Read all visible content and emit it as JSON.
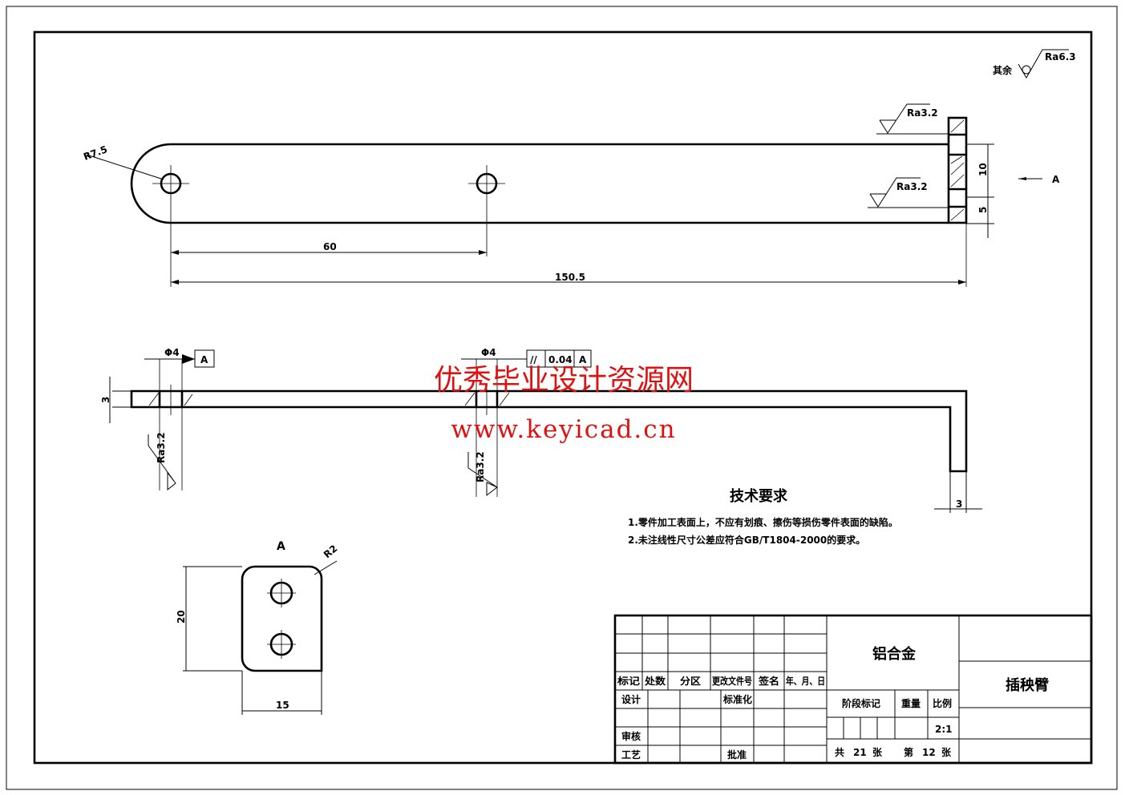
{
  "roughness": {
    "other_label": "其余",
    "other_value": "Ra6.3",
    "flange_top": "Ra3.2",
    "flange_bottom": "Ra3.2",
    "hole_left": "Ra3.2",
    "hole_mid": "Ra3.2"
  },
  "dimensions": {
    "radius_end": "R7.5",
    "hole_spacing": "60",
    "total_length": "150.5",
    "flange_upper": "10",
    "flange_lower": "5",
    "hole_dia_left": "Φ4",
    "hole_dia_mid": "Φ4",
    "thickness": "3",
    "flange_thickness": "3",
    "view_height": "20",
    "view_width": "15",
    "corner_radius": "R2"
  },
  "datum": {
    "label": "A",
    "view_arrow": "A",
    "view_title": "A"
  },
  "tolerance": {
    "symbol": "//",
    "value": "0.04",
    "datum": "A"
  },
  "tech": {
    "title": "技术要求",
    "items": [
      "1.零件加工表面上，不应有划痕、擦伤等损伤零件表面的缺陷。",
      "2.未注线性尺寸公差应符合GB/T1804-2000的要求。"
    ]
  },
  "title_block": {
    "headers": [
      "标记",
      "处数",
      "分区",
      "更改文件号",
      "签名",
      "年、月、日"
    ],
    "design": "设计",
    "standardize": "标准化",
    "review": "审核",
    "process": "工艺",
    "approve": "批准",
    "material": "铝合金",
    "stage": "阶段标记",
    "weight": "重量",
    "scale_label": "比例",
    "scale": "2:1",
    "total_prefix": "共",
    "total": "21",
    "total_suffix": "张",
    "sheet_prefix": "第",
    "sheet": "12",
    "sheet_suffix": "张",
    "part_name": "插秧臂"
  },
  "watermark": {
    "line1": "优秀毕业设计资源网",
    "line2": "www.keyicad.cn"
  }
}
